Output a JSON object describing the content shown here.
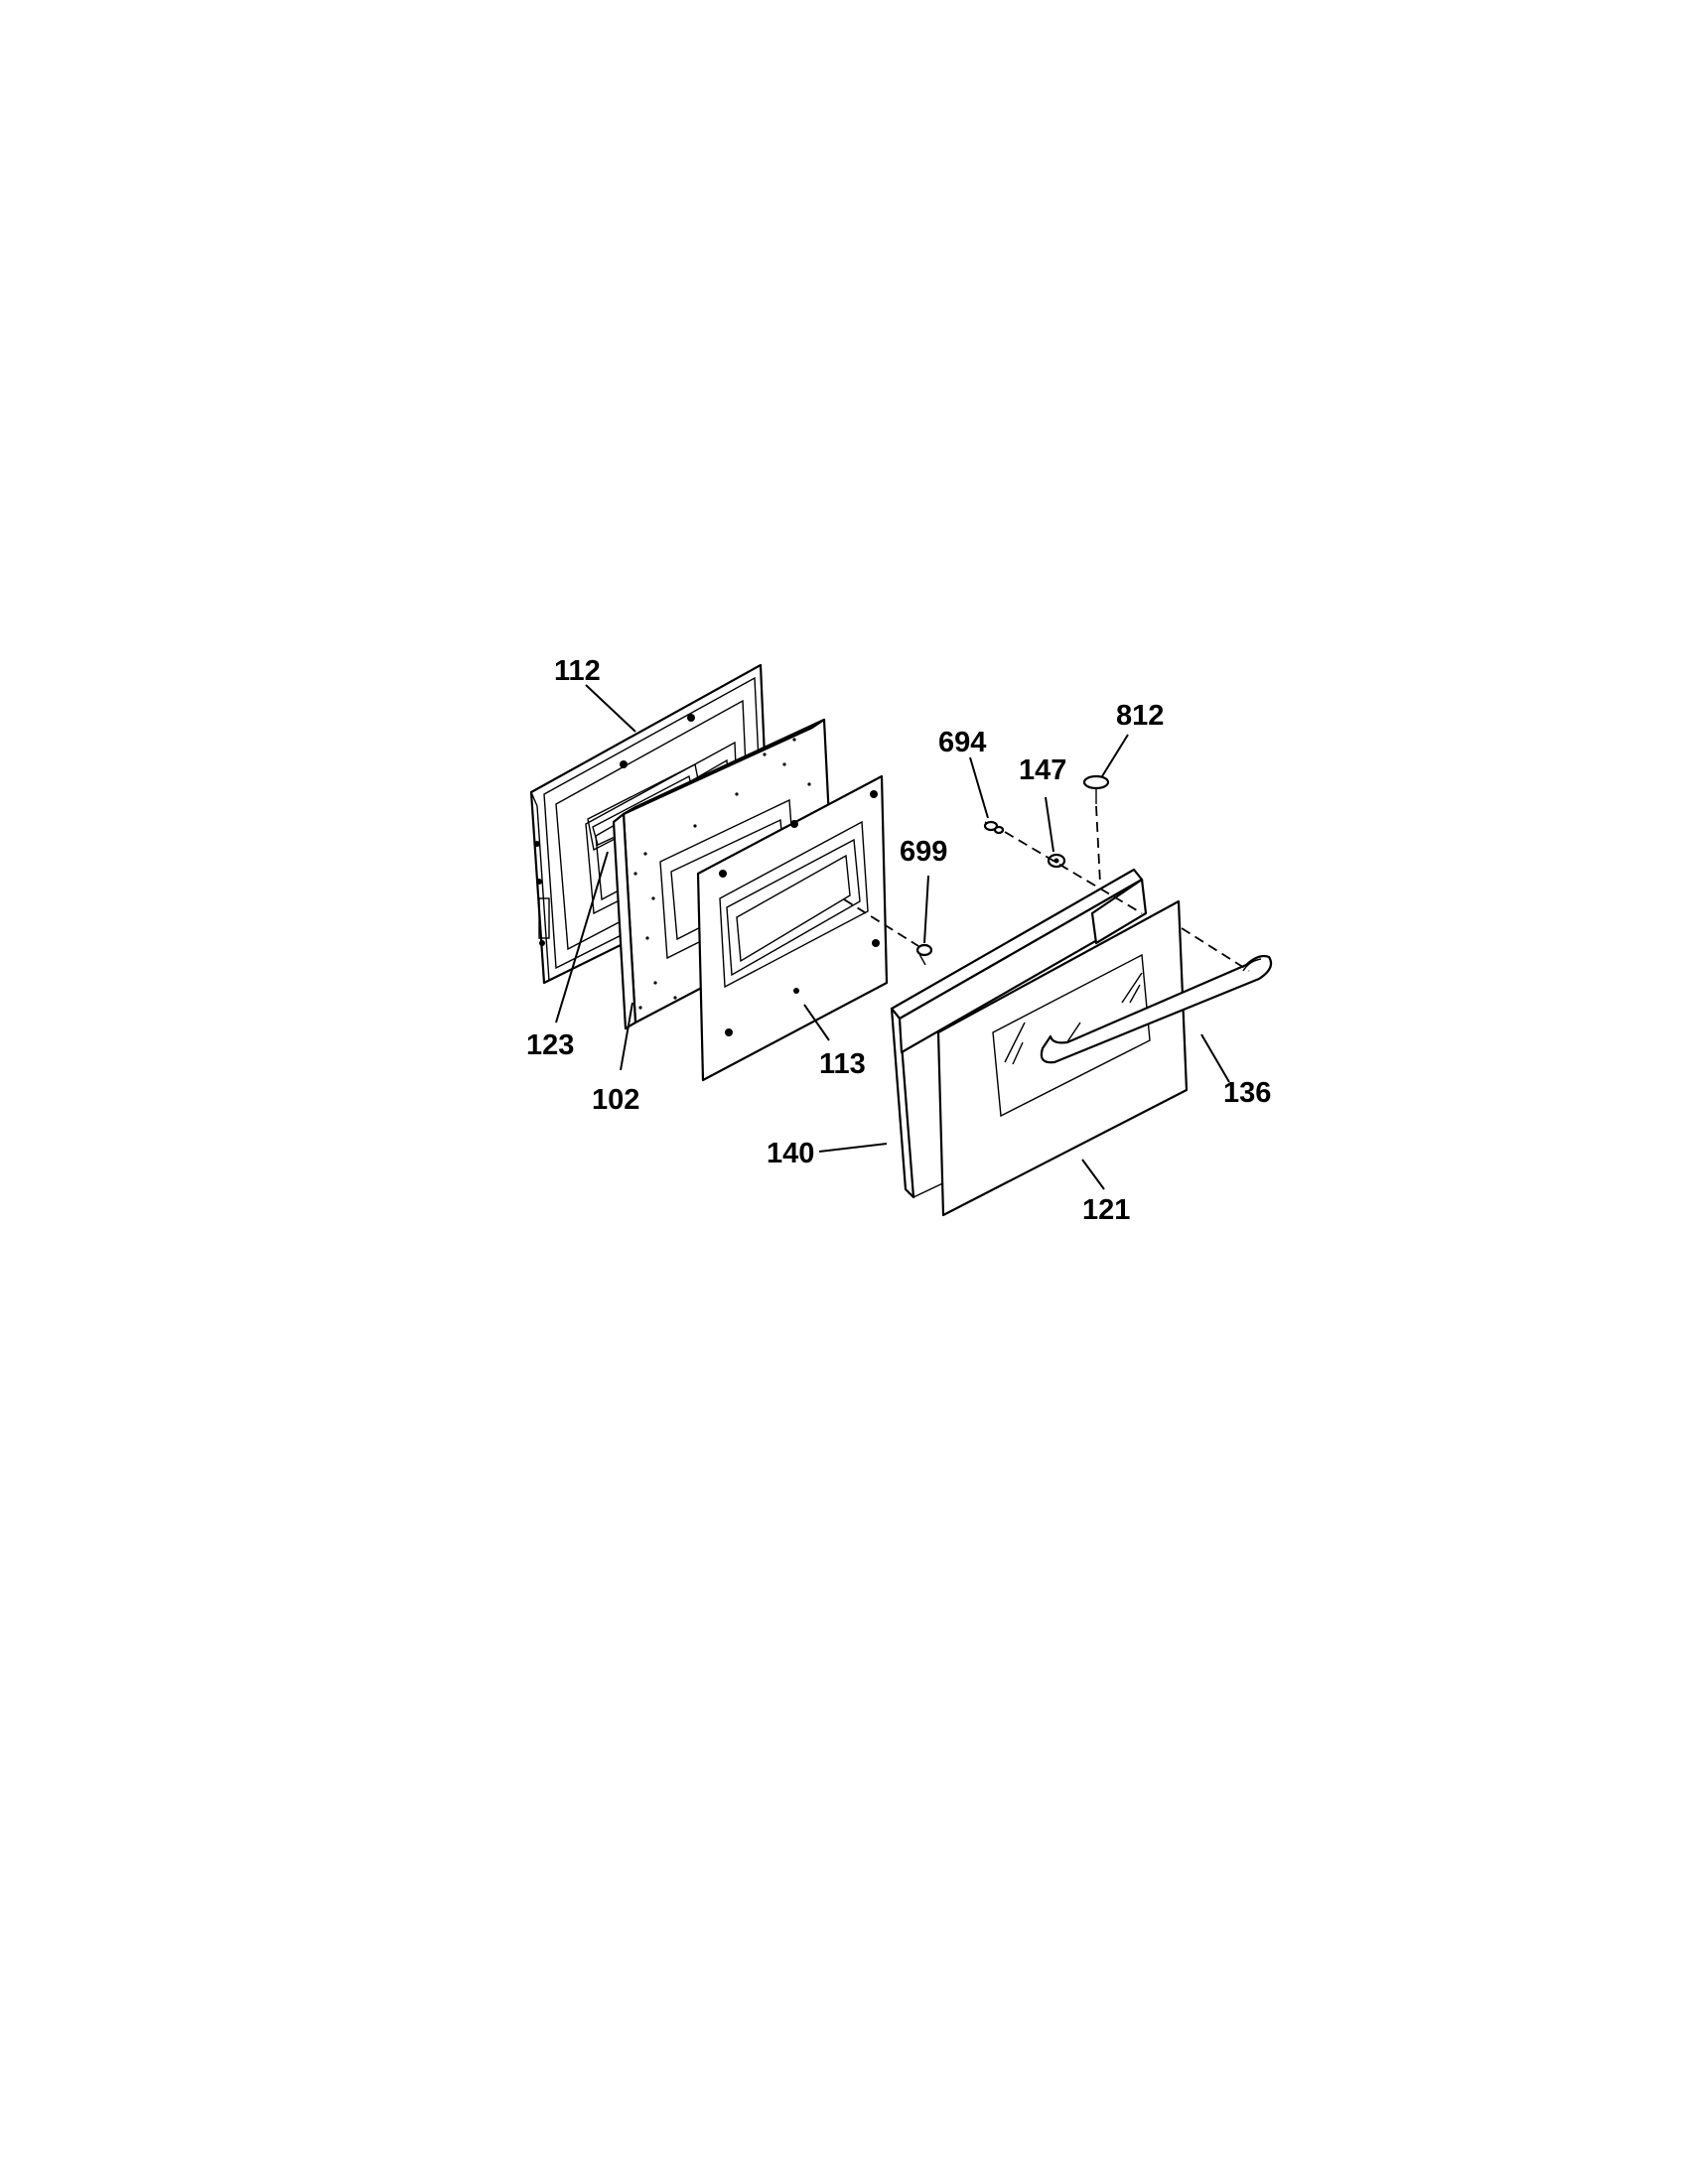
{
  "diagram": {
    "parts": [
      {
        "id": "112",
        "name": "inner-door-panel"
      },
      {
        "id": "123",
        "name": "window-gasket"
      },
      {
        "id": "102",
        "name": "insulation-panel"
      },
      {
        "id": "113",
        "name": "window-frame-panel"
      },
      {
        "id": "699",
        "name": "frame-screw"
      },
      {
        "id": "694",
        "name": "handle-screw"
      },
      {
        "id": "147",
        "name": "handle-spacer"
      },
      {
        "id": "812",
        "name": "trim-screw"
      },
      {
        "id": "140",
        "name": "door-trim-frame"
      },
      {
        "id": "121",
        "name": "outer-door-glass"
      },
      {
        "id": "136",
        "name": "door-handle"
      }
    ]
  }
}
